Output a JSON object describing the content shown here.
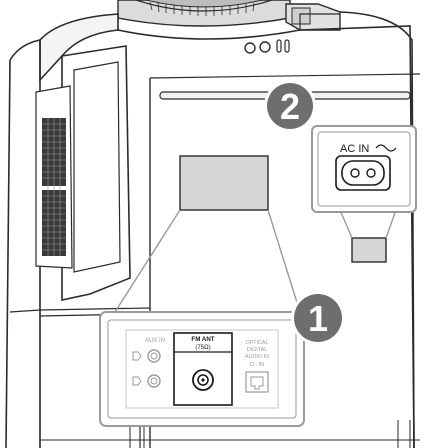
{
  "callouts": [
    {
      "number": "1"
    },
    {
      "number": "2"
    }
  ],
  "ports": {
    "ac_in": {
      "label": "AC IN"
    },
    "aux_in": {
      "label": "AUX IN"
    },
    "fm_ant": {
      "label": "FM ANT",
      "impedance": "(75Ω)"
    },
    "optical": {
      "line1": "OPTICAL",
      "line2": "DIGITAL",
      "line3": "AUDIO IN",
      "line4": "D - IN"
    }
  },
  "colors": {
    "callout_fill": "#6e6e6e",
    "callout_ring": "#ffffff",
    "body_outline": "#2b2b2b",
    "panel_outline": "#9a9a9a",
    "faded_text": "#9a9a9a",
    "highlight_text": "#1a1a1a"
  }
}
